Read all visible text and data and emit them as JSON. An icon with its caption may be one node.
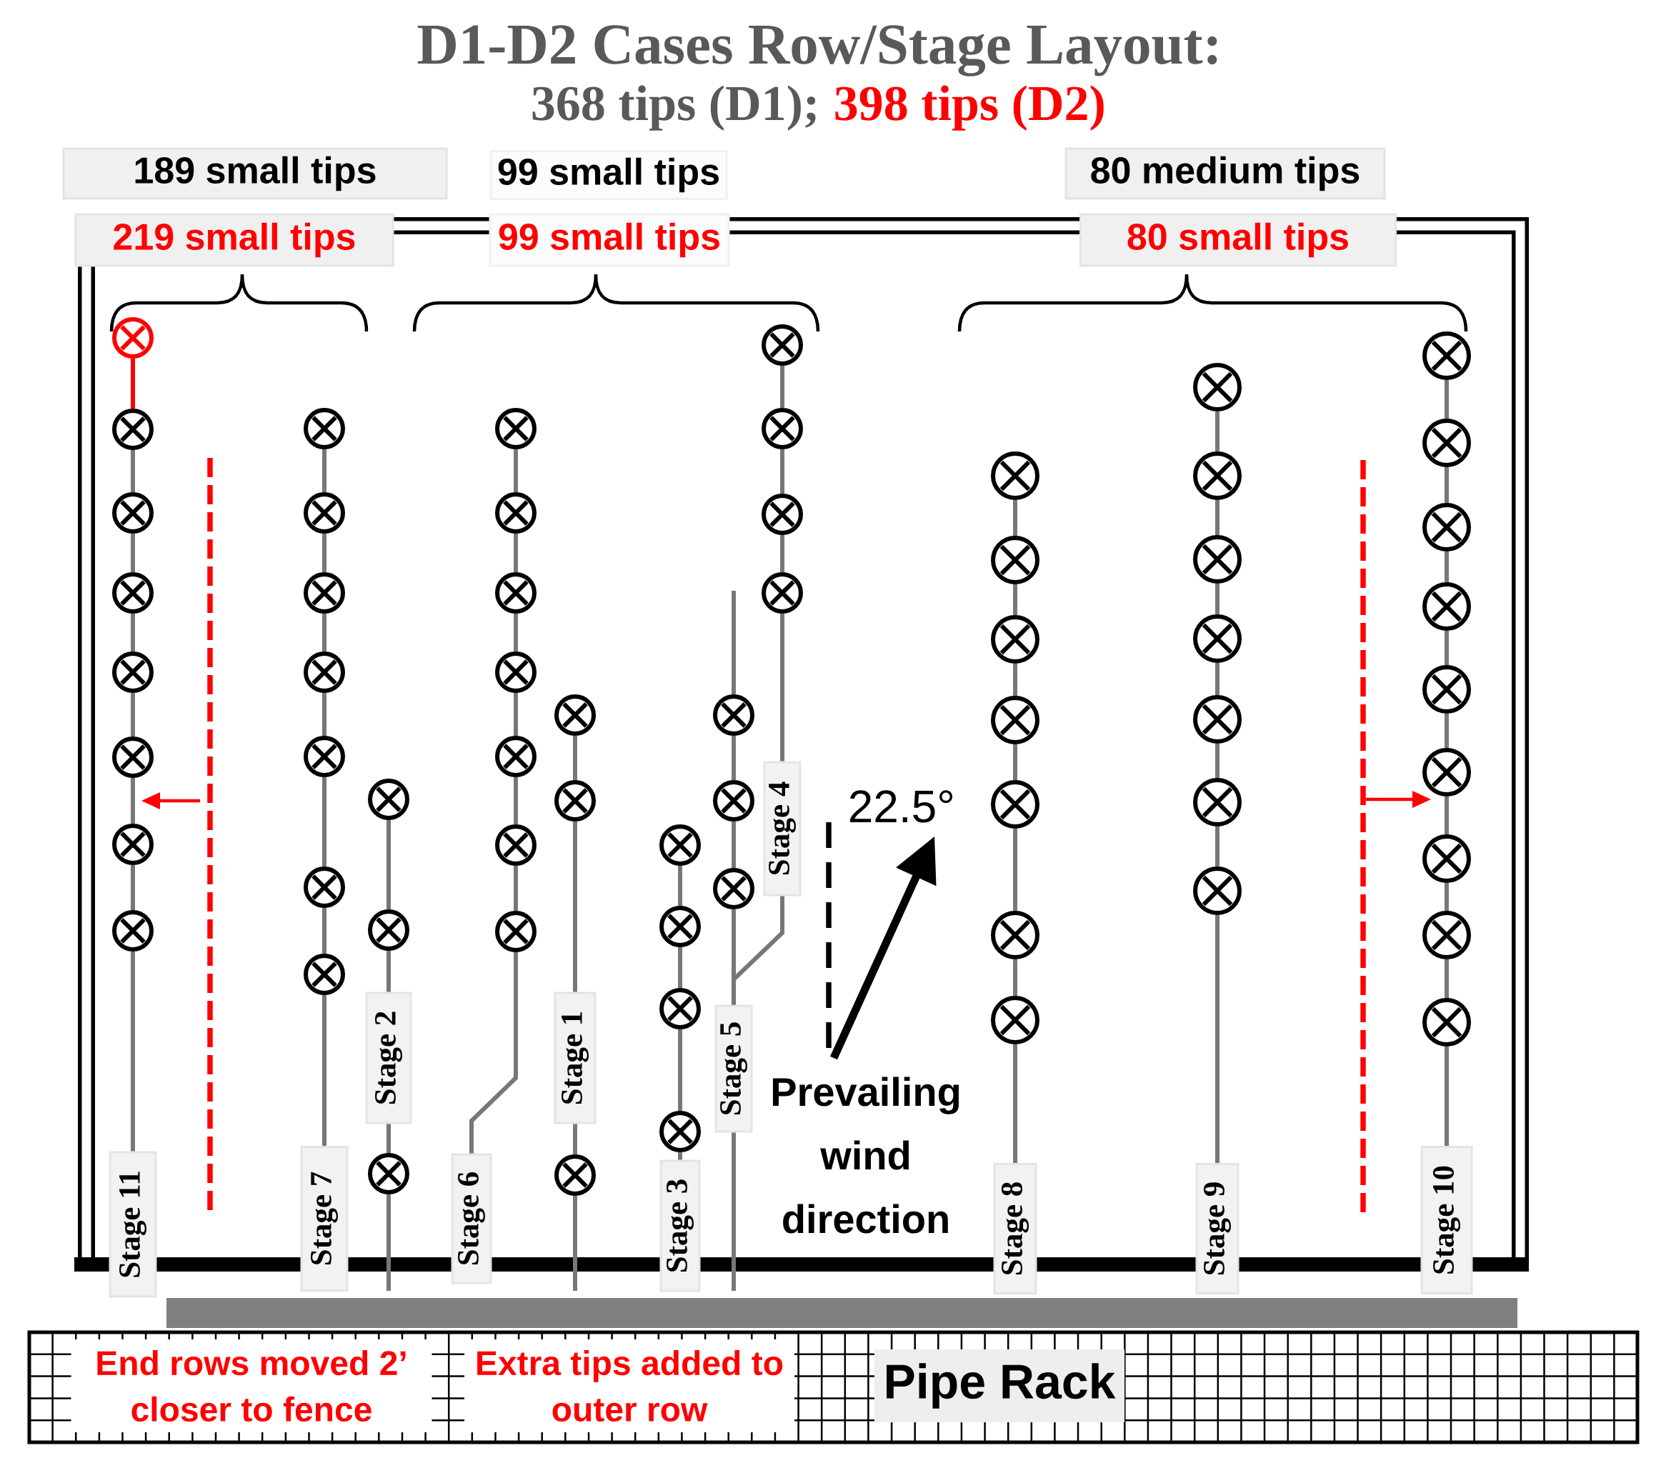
{
  "diagram": {
    "title": "D1-D2 Cases Row/Stage Layout:",
    "nodes": [
      {
        "text": [
          "189 small tips"
        ]
      },
      {
        "text": [
          "99 small tips"
        ]
      },
      {
        "text": [
          "80 medium tips"
        ]
      },
      {
        "text": [
          "219 small tips"
        ]
      },
      {
        "text": [
          "99 small tips"
        ]
      },
      {
        "text": [
          "80 small tips"
        ]
      },
      {
        "text": [
          "Stage 11"
        ]
      },
      {
        "text": [
          "Stage 7"
        ]
      },
      {
        "text": [
          "Stage 2"
        ]
      },
      {
        "text": [
          "Stage 6"
        ]
      },
      {
        "text": [
          "Stage 1"
        ]
      },
      {
        "text": [
          "Stage 3"
        ]
      },
      {
        "text": [
          "Stage 5"
        ]
      },
      {
        "text": [
          "Stage 4"
        ]
      },
      {
        "text": [
          "Stage 8"
        ]
      },
      {
        "text": [
          "Stage 9"
        ]
      },
      {
        "text": [
          "Stage 10"
        ]
      },
      {
        "text": [
          "End rows moved 2’ closer to fence"
        ]
      },
      {
        "text": [
          "Extra tips added to outer row"
        ]
      },
      {
        "text": [
          "Pipe Rack"
        ]
      },
      {
        "text": [],
        "shape": "circle"
      },
      {
        "text": [],
        "shape": "circle"
      },
      {
        "text": [],
        "shape": "circle"
      },
      {
        "text": [],
        "shape": "circle"
      },
      {
        "text": [],
        "shape": "circle"
      },
      {
        "text": [],
        "shape": "circle"
      },
      {
        "text": [],
        "shape": "circle"
      },
      {
        "text": [],
        "shape": "circle"
      },
      {
        "text": [],
        "shape": "circle"
      },
      {
        "text": [],
        "shape": "circle"
      },
      {
        "text": [],
        "shape": "circle"
      },
      {
        "text": [],
        "shape": "circle"
      },
      {
        "text": [],
        "shape": "circle"
      },
      {
        "text": [],
        "shape": "circle"
      },
      {
        "text": [],
        "shape": "circle"
      },
      {
        "text": [],
        "shape": "circle"
      },
      {
        "text": [],
        "shape": "circle"
      },
      {
        "text": [],
        "shape": "circle"
      },
      {
        "text": [],
        "shape": "circle"
      },
      {
        "text": [],
        "shape": "circle"
      },
      {
        "text": [],
        "shape": "circle"
      },
      {
        "text": [],
        "shape": "circle"
      },
      {
        "text": [],
        "shape": "circle"
      },
      {
        "text": [],
        "shape": "circle"
      },
      {
        "text": [],
        "shape": "circle"
      },
      {
        "text": [],
        "shape": "circle"
      },
      {
        "text": [],
        "shape": "circle"
      },
      {
        "text": [],
        "shape": "circle"
      },
      {
        "text": [],
        "shape": "circle"
      },
      {
        "text": [],
        "shape": "circle"
      },
      {
        "text": [],
        "shape": "circle"
      },
      {
        "text": [],
        "shape": "circle"
      },
      {
        "text": [],
        "shape": "circle"
      },
      {
        "text": [],
        "shape": "circle"
      },
      {
        "text": [],
        "shape": "circle"
      },
      {
        "text": [],
        "shape": "circle"
      },
      {
        "text": [],
        "shape": "circle"
      },
      {
        "text": [],
        "shape": "circle"
      },
      {
        "text": [],
        "shape": "circle"
      },
      {
        "text": [],
        "shape": "circle"
      },
      {
        "text": [],
        "shape": "circle"
      },
      {
        "text": [],
        "shape": "circle"
      },
      {
        "text": [],
        "shape": "circle"
      },
      {
        "text": [],
        "shape": "circle"
      },
      {
        "text": [],
        "shape": "circle"
      },
      {
        "text": [],
        "shape": "circle"
      },
      {
        "text": [],
        "shape": "circle"
      },
      {
        "text": [],
        "shape": "circle"
      },
      {
        "text": [],
        "shape": "circle"
      },
      {
        "text": [],
        "shape": "circle"
      },
      {
        "text": [],
        "shape": "circle"
      },
      {
        "text": [],
        "shape": "circle"
      },
      {
        "text": [],
        "shape": "circle"
      },
      {
        "text": [],
        "shape": "circle"
      },
      {
        "text": [],
        "shape": "circle"
      },
      {
        "text": [],
        "shape": "circle"
      },
      {
        "text": [],
        "shape": "circle"
      },
      {
        "text": [],
        "shape": "circle"
      },
      {
        "text": [],
        "shape": "circle"
      },
      {
        "text": [],
        "shape": "circle"
      },
      {
        "text": [],
        "shape": "circle"
      },
      {
        "text": [],
        "shape": "circle"
      }
    ],
    "edges": [
      {
        "from": 20,
        "to": 21,
        "arrow": "none",
        "color": "#ff0000"
      },
      {
        "from": 21,
        "to": 22,
        "arrow": "none"
      },
      {
        "from": 22,
        "to": 23,
        "arrow": "none"
      },
      {
        "from": 23,
        "to": 24,
        "arrow": "none"
      },
      {
        "from": 24,
        "to": 25,
        "arrow": "none"
      },
      {
        "from": 25,
        "to": 26,
        "arrow": "none"
      },
      {
        "from": 26,
        "to": 27,
        "arrow": "none"
      },
      {
        "from": 27,
        "to": 6,
        "arrow": "none"
      },
      {
        "from": 28,
        "to": 29,
        "arrow": "none"
      },
      {
        "from": 29,
        "to": 30,
        "arrow": "none"
      },
      {
        "from": 30,
        "to": 31,
        "arrow": "none"
      },
      {
        "from": 31,
        "to": 32,
        "arrow": "none"
      },
      {
        "from": 32,
        "to": 33,
        "arrow": "none"
      },
      {
        "from": 33,
        "to": 34,
        "arrow": "none"
      },
      {
        "from": 34,
        "to": 7,
        "arrow": "none"
      },
      {
        "from": 35,
        "to": 36,
        "arrow": "none"
      },
      {
        "from": 36,
        "to": 8,
        "arrow": "none"
      },
      {
        "from": 8,
        "to": 37,
        "arrow": "none"
      },
      {
        "from": 37,
        "to": null,
        "arrow": "none"
      },
      {
        "from": 38,
        "to": 39,
        "arrow": "none"
      },
      {
        "from": 39,
        "to": 40,
        "arrow": "none"
      },
      {
        "from": 40,
        "to": 41,
        "arrow": "none"
      },
      {
        "from": 41,
        "to": 42,
        "arrow": "none"
      },
      {
        "from": 42,
        "to": 43,
        "arrow": "none"
      },
      {
        "from": 43,
        "to": 44,
        "arrow": "none"
      },
      {
        "from": 44,
        "to": 9,
        "arrow": "none"
      },
      {
        "from": 45,
        "to": 46,
        "arrow": "none"
      },
      {
        "from": 46,
        "to": 10,
        "arrow": "none"
      },
      {
        "from": 10,
        "to": 47,
        "arrow": "none"
      },
      {
        "from": 47,
        "to": null,
        "arrow": "none"
      },
      {
        "from": 48,
        "to": 49,
        "arrow": "none"
      },
      {
        "from": 49,
        "to": 50,
        "arrow": "none"
      },
      {
        "from": 50,
        "to": 51,
        "arrow": "none"
      },
      {
        "from": 51,
        "to": 11,
        "arrow": "none"
      },
      {
        "from": null,
        "to": 52,
        "arrow": "none"
      },
      {
        "from": 52,
        "to": 53,
        "arrow": "none"
      },
      {
        "from": 53,
        "to": 54,
        "arrow": "none"
      },
      {
        "from": 54,
        "to": 12,
        "arrow": "none"
      },
      {
        "from": 12,
        "to": null,
        "arrow": "none"
      },
      {
        "from": 55,
        "to": 56,
        "arrow": "none"
      },
      {
        "from": 56,
        "to": 57,
        "arrow": "none"
      },
      {
        "from": 57,
        "to": 58,
        "arrow": "none"
      },
      {
        "from": 58,
        "to": 13,
        "arrow": "none"
      },
      {
        "from": 13,
        "to": 12,
        "arrow": "none"
      },
      {
        "from": 59,
        "to": 60,
        "arrow": "none"
      },
      {
        "from": 60,
        "to": 61,
        "arrow": "none"
      },
      {
        "from": 61,
        "to": 62,
        "arrow": "none"
      },
      {
        "from": 62,
        "to": 63,
        "arrow": "none"
      },
      {
        "from": 63,
        "to": 64,
        "arrow": "none"
      },
      {
        "from": 64,
        "to": 65,
        "arrow": "none"
      },
      {
        "from": 65,
        "to": 14,
        "arrow": "none"
      },
      {
        "from": 66,
        "to": 67,
        "arrow": "none"
      },
      {
        "from": 67,
        "to": 68,
        "arrow": "none"
      },
      {
        "from": 68,
        "to": 69,
        "arrow": "none"
      },
      {
        "from": 69,
        "to": 70,
        "arrow": "none"
      },
      {
        "from": 70,
        "to": 71,
        "arrow": "none"
      },
      {
        "from": 71,
        "to": 72,
        "arrow": "none"
      },
      {
        "from": 72,
        "to": 15,
        "arrow": "none"
      },
      {
        "from": 73,
        "to": 74,
        "arrow": "none"
      },
      {
        "from": 74,
        "to": 75,
        "arrow": "none"
      },
      {
        "from": 75,
        "to": 76,
        "arrow": "none"
      },
      {
        "from": 76,
        "to": 77,
        "arrow": "none"
      },
      {
        "from": 77,
        "to": 78,
        "arrow": "none"
      },
      {
        "from": 78,
        "to": 79,
        "arrow": "none"
      },
      {
        "from": 79,
        "to": 80,
        "arrow": "none"
      },
      {
        "from": 80,
        "to": 81,
        "arrow": "none"
      },
      {
        "from": 81,
        "to": 16,
        "arrow": "none"
      }
    ],
    "labels": [
      "368 tips (D1);",
      "398 tips (D2)",
      "22.5°",
      "Prevailing wind direction"
    ]
  }
}
